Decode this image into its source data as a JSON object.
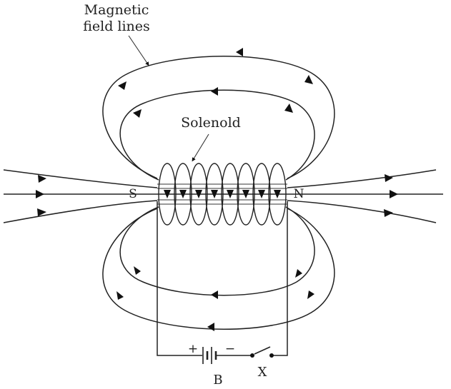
{
  "labels": {
    "magnetic_line1": "Magnetic",
    "magnetic_line2": "field lines",
    "solenoid": "Solenold",
    "south_pole": "S",
    "north_pole": "N",
    "plus_sign": "+",
    "minus_sign": "−",
    "battery": "B",
    "key": "X"
  },
  "colors": {
    "ink": "#222222",
    "background": "#ffffff"
  }
}
